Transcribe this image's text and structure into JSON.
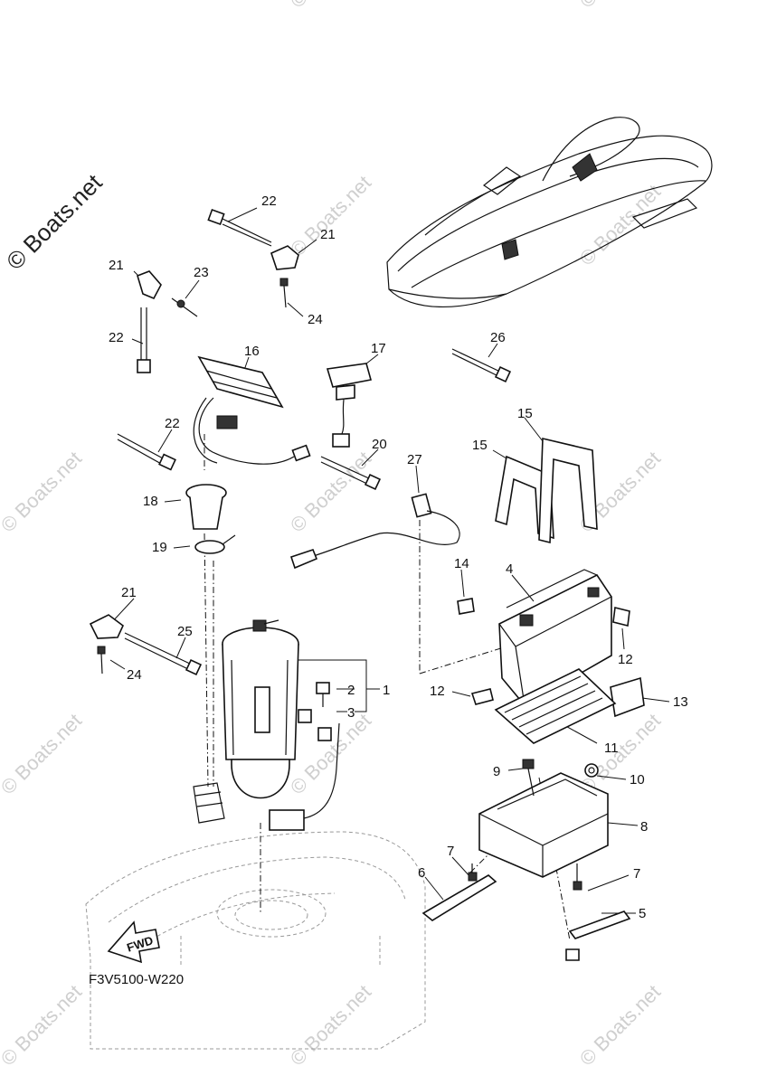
{
  "watermark": {
    "main": "© Boats.net",
    "repeat": "© Boats.net"
  },
  "diagram_code": "F3V5100-W220",
  "fwd_label": "FWD",
  "callouts": [
    {
      "id": "c22a",
      "text": "22"
    },
    {
      "id": "c21a",
      "text": "21"
    },
    {
      "id": "c21b",
      "text": "21"
    },
    {
      "id": "c23",
      "text": "23"
    },
    {
      "id": "c24a",
      "text": "24"
    },
    {
      "id": "c22b",
      "text": "22"
    },
    {
      "id": "c16",
      "text": "16"
    },
    {
      "id": "c17",
      "text": "17"
    },
    {
      "id": "c26",
      "text": "26"
    },
    {
      "id": "c22c",
      "text": "22"
    },
    {
      "id": "c20",
      "text": "20"
    },
    {
      "id": "c15a",
      "text": "15"
    },
    {
      "id": "c15b",
      "text": "15"
    },
    {
      "id": "c18",
      "text": "18"
    },
    {
      "id": "c27",
      "text": "27"
    },
    {
      "id": "c19",
      "text": "19"
    },
    {
      "id": "c14",
      "text": "14"
    },
    {
      "id": "c4",
      "text": "4"
    },
    {
      "id": "c21c",
      "text": "21"
    },
    {
      "id": "c25",
      "text": "25"
    },
    {
      "id": "c12a",
      "text": "12"
    },
    {
      "id": "c24b",
      "text": "24"
    },
    {
      "id": "c2",
      "text": "2"
    },
    {
      "id": "c1",
      "text": "1"
    },
    {
      "id": "c3",
      "text": "3"
    },
    {
      "id": "c12b",
      "text": "12"
    },
    {
      "id": "c13",
      "text": "13"
    },
    {
      "id": "c11",
      "text": "11"
    },
    {
      "id": "c9",
      "text": "9"
    },
    {
      "id": "c10",
      "text": "10"
    },
    {
      "id": "c8",
      "text": "8"
    },
    {
      "id": "c7a",
      "text": "7"
    },
    {
      "id": "c6",
      "text": "6"
    },
    {
      "id": "c7b",
      "text": "7"
    },
    {
      "id": "c5",
      "text": "5"
    }
  ]
}
